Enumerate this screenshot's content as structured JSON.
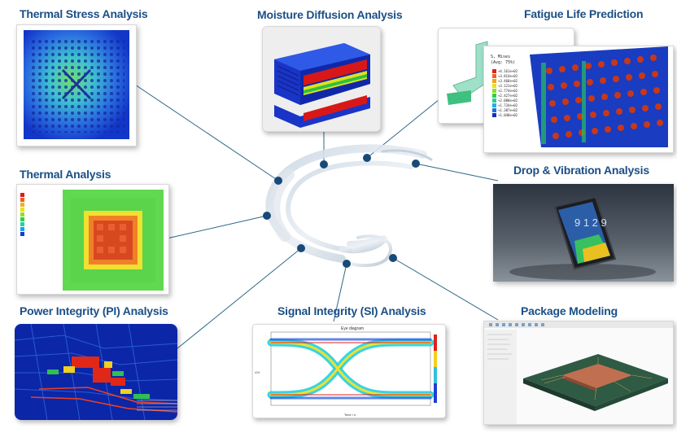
{
  "labels": {
    "thermal_stress": "Thermal Stress Analysis",
    "moisture": "Moisture Diffusion Analysis",
    "fatigue": "Fatigue Life Prediction",
    "thermal": "Thermal Analysis",
    "drop": "Drop & Vibration Analysis",
    "power": "Power Integrity (PI) Analysis",
    "signal": "Signal Integrity (SI) Analysis",
    "package": "Package Modeling"
  },
  "fatigue_panel": {
    "legend_title": "S, Mises",
    "legend_subtitle": "(Avg: 75%)"
  },
  "signal_panel": {
    "plot_title": "Eye diagram",
    "x_axis": "Time / s",
    "y_axis": "V/V"
  },
  "drop_panel": {
    "phone_time": "9 1\n2 9"
  },
  "colors": {
    "label_blue": "#1b4f86",
    "connector": "#1f5b7a",
    "node": "#174a78"
  }
}
